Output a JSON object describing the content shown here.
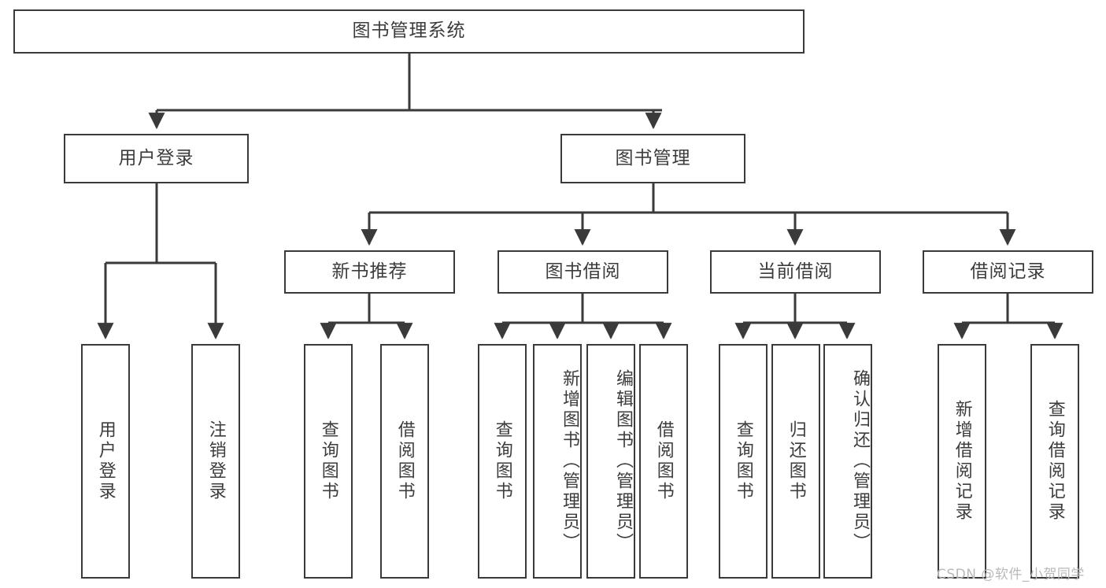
{
  "diagram": {
    "title": "图书管理系统",
    "type": "hierarchy-tree",
    "watermark": "CSDN @软件_小贺同学",
    "colors": {
      "background": "#ffffff",
      "box_border": "#3a3a3a",
      "text": "#3c3c3c",
      "edge": "#3a3a3a",
      "watermark": "#b9b9b9"
    },
    "root": {
      "id": "root",
      "label": "图书管理系统"
    },
    "level1": [
      {
        "id": "user-login",
        "label": "用户登录"
      },
      {
        "id": "book-manage",
        "label": "图书管理"
      }
    ],
    "level2": [
      {
        "id": "new-book-rec",
        "label": "新书推荐",
        "parent": "book-manage"
      },
      {
        "id": "book-borrow",
        "label": "图书借阅",
        "parent": "book-manage"
      },
      {
        "id": "current-borrow",
        "label": "当前借阅",
        "parent": "book-manage"
      },
      {
        "id": "borrow-record",
        "label": "借阅记录",
        "parent": "book-manage"
      }
    ],
    "leaves": {
      "user-login": [
        {
          "id": "leaf-user-login",
          "label": "用户登录"
        },
        {
          "id": "leaf-logout",
          "label": "注销登录"
        }
      ],
      "new-book-rec": [
        {
          "id": "leaf-query-book-1",
          "label": "查询图书"
        },
        {
          "id": "leaf-borrow-book-1",
          "label": "借阅图书"
        }
      ],
      "book-borrow": [
        {
          "id": "leaf-query-book-2",
          "label": "查询图书"
        },
        {
          "id": "leaf-add-book",
          "label": "新增图书（管理员）"
        },
        {
          "id": "leaf-edit-book",
          "label": "编辑图书（管理员）"
        },
        {
          "id": "leaf-borrow-book-2",
          "label": "借阅图书"
        }
      ],
      "current-borrow": [
        {
          "id": "leaf-query-book-3",
          "label": "查询图书"
        },
        {
          "id": "leaf-return-book",
          "label": "归还图书"
        },
        {
          "id": "leaf-confirm-return",
          "label": "确认归还（管理员）"
        }
      ],
      "borrow-record": [
        {
          "id": "leaf-add-record",
          "label": "新增借阅记录"
        },
        {
          "id": "leaf-query-record",
          "label": "查询借阅记录"
        }
      ]
    }
  }
}
